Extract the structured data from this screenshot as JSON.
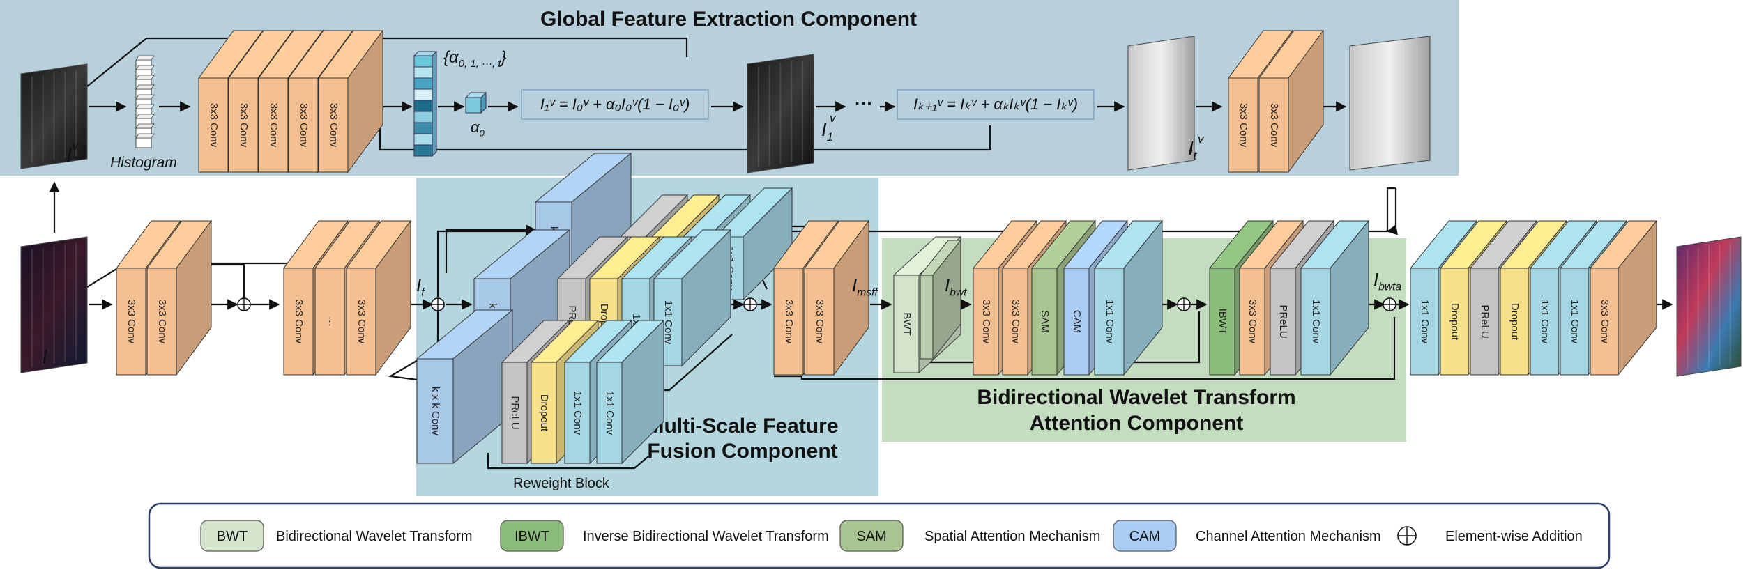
{
  "titles": {
    "global": "Global Feature Extraction Component",
    "msff_line1": "Multi-Scale Feature",
    "msff_line2": "Fusion Component",
    "bwta_line1": "Bidirectional Wavelet Transform",
    "bwta_line2": "Attention Component",
    "reweight": "Reweight Block"
  },
  "symbols": {
    "Iv": "I",
    "Iv_sup": "v",
    "histogram": "Histogram",
    "alpha_set": "{α",
    "alpha_set_sub": "0, 1, ···, t",
    "alpha_set_end": "}",
    "alpha0": "α",
    "alpha0_sub": "0",
    "I1v": "I",
    "I1v_sub": "1",
    "Itv": "I",
    "Itv_sub": "t",
    "I": "I",
    "If": "I",
    "If_sub": "f",
    "Imsff": "I",
    "Imsff_sub": "msff",
    "Ibwt": "I",
    "Ibwt_sub": "bwt",
    "Ibwta": "I",
    "Ibwta_sub": "bwta",
    "dots": "···",
    "ellipsis": "···"
  },
  "equations": {
    "eq1": "I₁ᵛ = I₀ᵛ + α₀I₀ᵛ(1 − I₀ᵛ)",
    "eq2": "Iₖ₊₁ᵛ = Iₖᵛ + αₖIₖᵛ(1 − Iₖᵛ)"
  },
  "layers": {
    "conv3": "3x3 Conv",
    "conv1": "1x1 Conv",
    "kconv": "k x k Conv",
    "prelu": "PReLU",
    "dropout": "Dropout",
    "bwt": "BWT",
    "ibwt": "IBWT",
    "sam": "SAM",
    "cam": "CAM",
    "conv1_short": "1x1",
    "pr_short": "PR",
    "dro_short": "Dro"
  },
  "legend": [
    {
      "abbr": "BWT",
      "text": "Bidirectional Wavelet Transform",
      "color": "#d4e4cc"
    },
    {
      "abbr": "IBWT",
      "text": "Inverse Bidirectional Wavelet Transform",
      "color": "#8cbc7c"
    },
    {
      "abbr": "SAM",
      "text": "Spatial Attention Mechanism",
      "color": "#a8c490"
    },
    {
      "abbr": "CAM",
      "text": "Channel Attention Mechanism",
      "color": "#a8ccf4"
    },
    {
      "abbr": "⊕",
      "text": "Element-wise Addition",
      "color": "#ffffff"
    }
  ],
  "colors": {
    "orange": "#f4c092",
    "blue": "#a8c8e8",
    "cyan": "#a4d6e4",
    "gray": "#c4c4c4",
    "yellow": "#f6e08a",
    "green": "#8cbc7c",
    "global_bg": "#b8d0dc",
    "msff_bg": "#b4d6df",
    "bwta_bg": "#c4dcc0"
  }
}
